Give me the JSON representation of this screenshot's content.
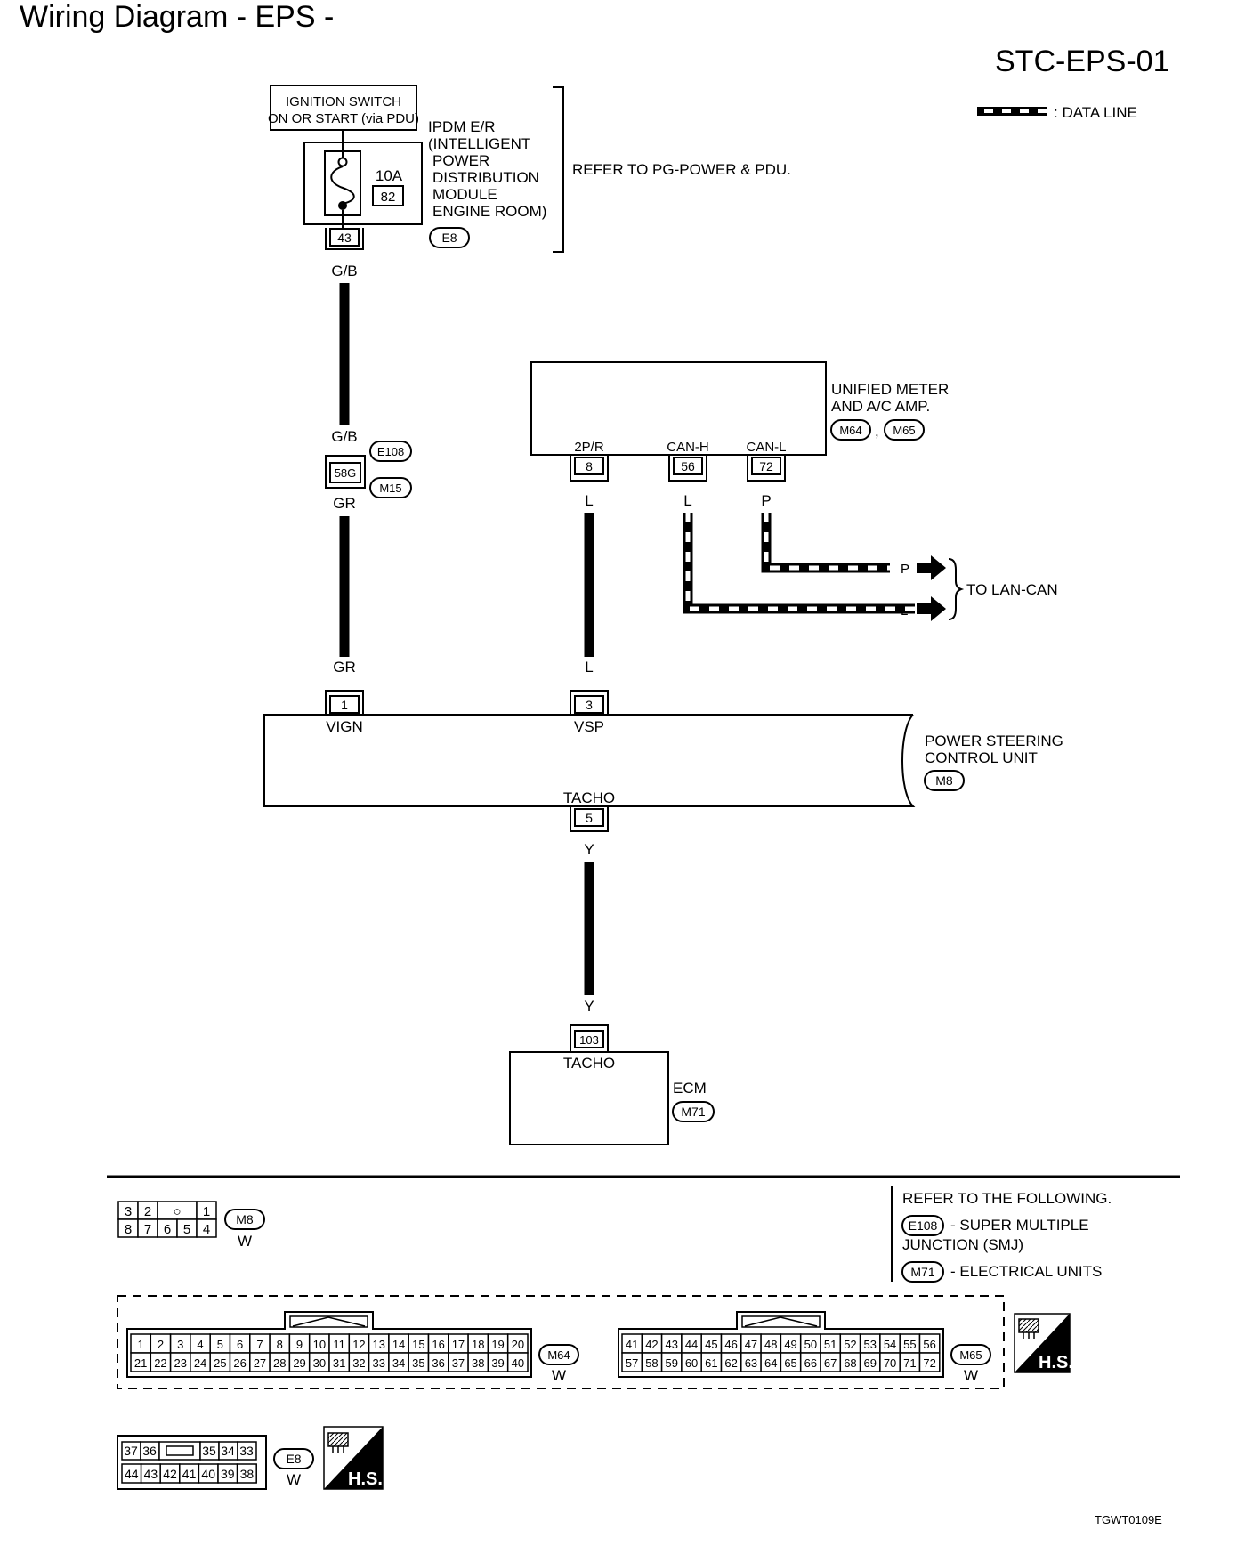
{
  "title": "Wiring Diagram - EPS -",
  "diagram_code": "STC-EPS-01",
  "legend": {
    "data_line": ": DATA LINE"
  },
  "ignition": {
    "line1": "IGNITION SWITCH",
    "line2": "ON OR START (via PDU)"
  },
  "ipdm": {
    "fuse_rating": "10A",
    "fuse_no": "82",
    "label_lines": [
      "IPDM E/R",
      "(INTELLIGENT",
      "POWER",
      "DISTRIBUTION",
      "MODULE",
      "ENGINE ROOM)"
    ],
    "terminal": "43",
    "connector": "E8",
    "refer": "REFER TO PG-POWER & PDU."
  },
  "wires": {
    "gb_top": "G/B",
    "gb_bottom": "G/B",
    "gr_top": "GR",
    "gr_bottom": "GR",
    "l_meter": "L",
    "l_eps": "L",
    "l_canh": "L",
    "p_canl": "P",
    "p_arrow": "P",
    "l_arrow": "L",
    "y_top": "Y",
    "y_bottom": "Y"
  },
  "joint": {
    "terminal": "58G",
    "connector_top": "E108",
    "connector_bottom": "M15"
  },
  "meter": {
    "label_line1": "UNIFIED METER",
    "label_line2": "AND A/C AMP.",
    "connector1": "M64",
    "sep": ",",
    "connector2": "M65",
    "pins": [
      {
        "name": "2P/R",
        "no": "8"
      },
      {
        "name": "CAN-H",
        "no": "56"
      },
      {
        "name": "CAN-L",
        "no": "72"
      }
    ]
  },
  "lan": {
    "label": "TO LAN-CAN"
  },
  "eps": {
    "label_line1": "POWER STEERING",
    "label_line2": "CONTROL UNIT",
    "connector": "M8",
    "pins": [
      {
        "name": "VIGN",
        "no": "1"
      },
      {
        "name": "VSP",
        "no": "3"
      },
      {
        "name": "TACHO",
        "no": "5"
      }
    ]
  },
  "ecm": {
    "label": "ECM",
    "connector": "M71",
    "pin_name": "TACHO",
    "pin_no": "103"
  },
  "m8_face": {
    "row1": [
      "3",
      "2",
      "○",
      "1"
    ],
    "row2": [
      "8",
      "7",
      "6",
      "5",
      "4"
    ],
    "connector": "M8",
    "color": "W"
  },
  "refer_box": {
    "heading": "REFER TO THE FOLLOWING.",
    "item1_connector": "E108",
    "item1_text1": "- SUPER MULTIPLE",
    "item1_text2": "JUNCTION (SMJ)",
    "item2_connector": "M71",
    "item2_text": "- ELECTRICAL UNITS"
  },
  "m64_face": {
    "row1": [
      "1",
      "2",
      "3",
      "4",
      "5",
      "6",
      "7",
      "8",
      "9",
      "10",
      "11",
      "12",
      "13",
      "14",
      "15",
      "16",
      "17",
      "18",
      "19",
      "20"
    ],
    "row2": [
      "21",
      "22",
      "23",
      "24",
      "25",
      "26",
      "27",
      "28",
      "29",
      "30",
      "31",
      "32",
      "33",
      "34",
      "35",
      "36",
      "37",
      "38",
      "39",
      "40"
    ],
    "connector": "M64",
    "color": "W"
  },
  "m65_face": {
    "row1": [
      "41",
      "42",
      "43",
      "44",
      "45",
      "46",
      "47",
      "48",
      "49",
      "50",
      "51",
      "52",
      "53",
      "54",
      "55",
      "56"
    ],
    "row2": [
      "57",
      "58",
      "59",
      "60",
      "61",
      "62",
      "63",
      "64",
      "65",
      "66",
      "67",
      "68",
      "69",
      "70",
      "71",
      "72"
    ],
    "connector": "M65",
    "color": "W"
  },
  "e8_face": {
    "row1_left": [
      "37",
      "36"
    ],
    "row1_right": [
      "35",
      "34",
      "33"
    ],
    "row2": [
      "44",
      "43",
      "42",
      "41",
      "40",
      "39",
      "38"
    ],
    "connector": "E8",
    "color": "W"
  },
  "hs_label": "H.S.",
  "footer_code": "TGWT0109E",
  "icons": [
    "fuse-icon",
    "harness-side-icon",
    "data-line-arrow-icon"
  ]
}
